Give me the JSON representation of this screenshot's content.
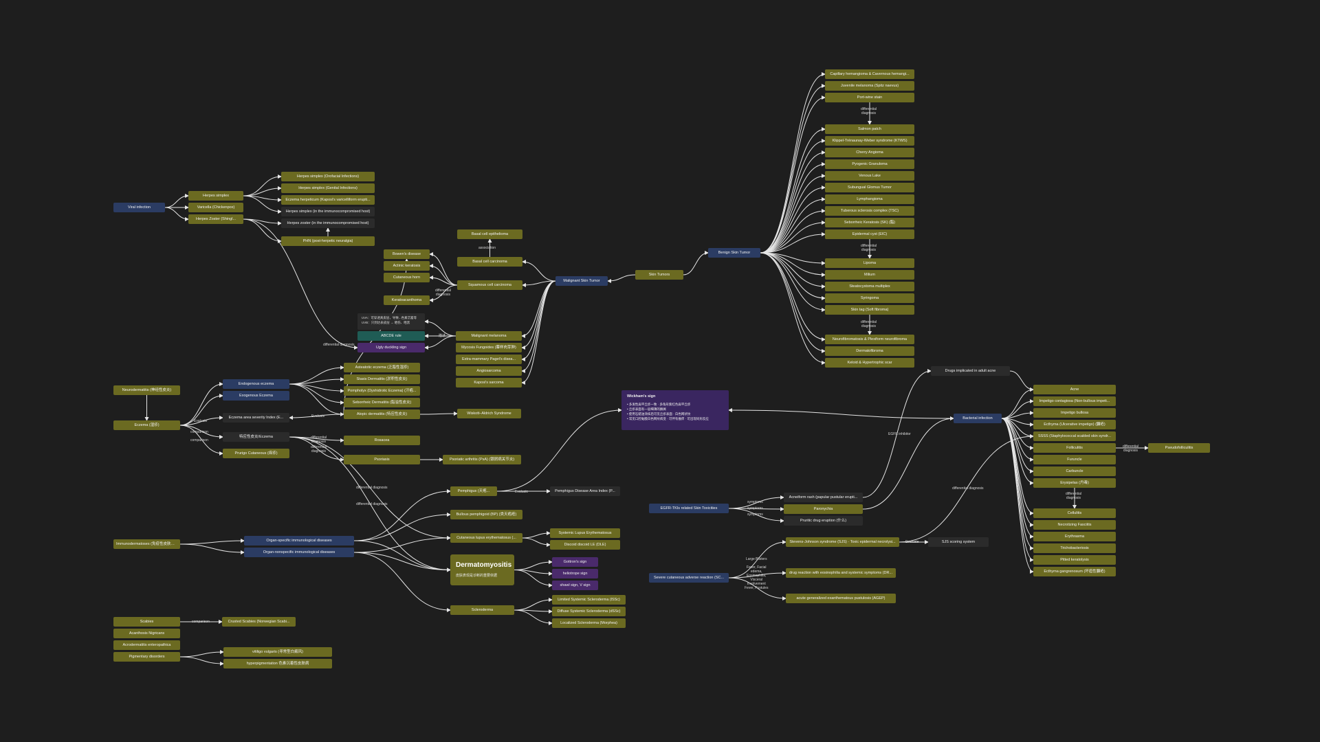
{
  "nodes": {
    "viral_infection": "Viral infection",
    "herpes_simplex": "Herpes simplex",
    "varicella": "Varicella (Chickenpox)",
    "herpes_zoster": "Herpes Zoster (Shingl...",
    "hs_orofacial": "Herpes simplex (Orofacial Infections)",
    "hs_genital": "Herpes simplex (Genital Infections)",
    "eczema_herpeticum": "Eczema herpeticum (Kaposi's varicelliform erupti...",
    "hs_immuno": "Herpes simplex (in the immunocompromised host)",
    "hz_immuno": "Herpes zoster (in the immunocompromised host)",
    "phn": "PHN (post-herpetic neuralgia)",
    "bowens": "Bowen's disease",
    "actinic": "Actinic keratosis",
    "cutaneous_horn": "Cutaneous horn",
    "keratoacanthoma": "Keratoacanthoma",
    "basal_epithelioma": "Basal cell epithelioma",
    "bcc": "Basal cell carcinoma",
    "scc": "Squamous cell carcinoma",
    "malignant_tumor": "Malignant Skin Tumor",
    "skin_tumors": "Skin Tumors",
    "benign_tumor": "Benign Skin Tumor",
    "melanoma": "Malignant melanoma",
    "mycosis": "Mycosis Fungoides (蕈样肉芽肿)",
    "paget": "Extra-mammary Paget's disea...",
    "angiosarcoma": "Angiosarcoma",
    "kaposi": "Kaposi's sarcoma",
    "abcde": "ABCDE rule",
    "ugly_duckling": "Ugly duckling sign",
    "neurodermatitis": "Neurodermatitis (神经性皮炎)",
    "eczema": "Eczema (湿疹)",
    "endogenous": "Endogenous eczema",
    "exogenous": "Exogenous Eczema",
    "easi": "Eczema area severity Index (E...",
    "contact_derm": "特应性皮炎/Eczema",
    "prurigo": "Prurigo Cutaneous (痒疹)",
    "asteatotic": "Asteatotic eczema (乏脂性湿疹)",
    "stasis": "Stasis Dermatitis (淤积性皮炎)",
    "pompholyx": "Pompholyx (Dyshidrotic Eczema) (汗疱...",
    "seborrheic": "Seborrheic Dermatitis (脂溢性皮炎)",
    "atopic": "Atopic dermatitis (特应性皮炎)",
    "wiskott": "Wiskott–Aldrich Syndrome",
    "rosacea": "Rosacea",
    "psoriasis": "Psoriasis",
    "psoriatic_arthritis": "Psoriatic arthritis (PsA) (银屑病关节炎)",
    "immuno_diseases": "Immunodermatoses (免疫性皮肤病...",
    "organ_specific": "Organ-specific immunological diseases",
    "organ_nonspecific": "Organ-nonspecific immunological diseases",
    "pemphigus": "Pemphigus (天疱...",
    "pdai": "Pemphigus Disease Area Index (P...",
    "bullous": "Bullous pemphigoid (BP) (类天疱疮)",
    "cle": "Cutaneous lupus erythematosus (...",
    "sle": "Systemic Lupus Erythematosus",
    "dle": "Discoid discoid LE (DLE)",
    "dermatomyositis": "Dermatomyositis",
    "dm_sub": "皮肤表现是诊断的重要依据",
    "gottron": "Gottron's sign",
    "heliotrope": "heliotrope sign",
    "shawl": "shawl sign, V sign",
    "scleroderma": "Scleroderma",
    "limited_ssc": "Limited Systemic Scleroderma (lSSc)",
    "diffuse_ssc": "Diffuse Systemic Scleroderma (dSSc)",
    "localized_ssc": "Localized Scleroderma (Morphea)",
    "scabies": "Scabies",
    "acanthosis": "Acanthosis Nigricans",
    "acrodermatitis": "Acrodermatitis enteropathica",
    "pigmentary": "Pigmentary disorders",
    "crusted_scabies": "Crusted Scabies (Norwegian Scabi...",
    "vitiligo": "vitiligo vulgaris (寻常型白癜风)",
    "hyperpigmentation": "hyperpigmentation 色素沉着性皮肤病",
    "capillary_hem": "Capillary hemangioma & Cavernous hemangi...",
    "juvenile_mel": "Juvenile melanoma (Spitz naevus)",
    "port_wine": "Port-wine stain",
    "salmon_patch": "Salmon patch",
    "kts": "Klippel-Trénaunay-Weber syndrome (KTWS)",
    "cherry": "Cherry Angioma",
    "pyogenic": "Pyogenic Granuloma",
    "venous_lake": "Venous Lake",
    "glomus": "Subungual Glomus Tumor",
    "lymphangioma": "Lymphangioma",
    "tsc": "Tuberous sclerosis complex (TSC)",
    "seb_keratosis": "Seborrheic Keratosis (SK) (脂)",
    "epidermal_cyst": "Epidermal cyst (EIC)",
    "lipoma": "Lipoma",
    "milium": "Milium",
    "steatocystoma": "Steatocystoma multiplex",
    "syringoma": "Syringoma",
    "skin_tag": "Skin tag (Soft fibroma)",
    "neurofibromatosis": "Neurofibromatosis & Plexiform neurofibroma",
    "dermatofibroma": "Dermatofibroma",
    "keloid": "Keloid & Hypertrophic scar",
    "drugs_acne": "Drugs implicated in adult acne",
    "bacterial": "Bacterial infection",
    "acne": "Acne",
    "impetigo": "Impetigo contagiosa (Non-bullous impeti...",
    "impetigo_bull": "Impetigo bullosa",
    "ecthyma": "Ecthyma (Ulcerative impetigo) (臁疮)",
    "ssss": "SSSS (Staphylococcal scalded skin syndr...",
    "folliculitis": "Folliculitis",
    "furuncle": "Furuncle",
    "carbuncle": "Carbuncle",
    "erysipelas": "Erysipelas (丹毒)",
    "pseudofolliculitis": "Pseudofolliculitis",
    "cellulitis": "Cellulitis",
    "necrotizing": "Necrotizing Fasciitis",
    "erythrasma": "Erythrasma",
    "trichobacteriosis": "Trichobacteriosis",
    "pitted": "Pitted keratolysis",
    "ecthyma_gang": "Ecthyma gangrenosum (坏疽性臁疮)",
    "egfr": "EGFR-TKIs related Skin Toxicities",
    "acneiform": "Acneiform rash (papular pustular erupti...",
    "paronychia": "Paronychia",
    "pruritic": "Pruritic drug eruption (什么)",
    "scar_adverse": "Severe cutaneous adverse reaction (SC...",
    "sjs": "Stevens-Johnson syndrome (SJS) · Toxic epidermal necrolysi...",
    "scorten": "SJS scoring system",
    "dress": "drug reaction with eosinophilia and systemic symptoms (DR...",
    "agep": "acute generalized exanthematous pustulosis (AGEP)"
  },
  "labels": {
    "association": "association",
    "diff_diag": "differential\ndiagnosis",
    "diff_diag_inline": "differential diagnosis",
    "evaluate": "Evaluate",
    "comparison": "comparison",
    "symptoms": "symptoms",
    "egfr_inhibitor": "EGFR inhibitor",
    "large_blisters": "Large Blisters",
    "fever_note": "Fever, Facial\nedema,\nEosinophilia,\nVisceral\nInvolvement\nFever, Pustules",
    "abcd": "描述"
  },
  "melanoma_list": [
    "UVA：可穿透真皮层，导致...色素沉着等",
    "UVB：只到达表皮层 → 晒伤、晒黑"
  ],
  "wickham": {
    "title": "Wickham's sign",
    "lines": [
      "• 多发性扁平丘疹一致 · 多角形紫红色扁平丘疹",
      "• 丘疹表面有一层细薄的鳞屑",
      "• 使用石蜡油涂抹后可见丘疹表面 · 白色网状纹",
      "• 常见口腔黏膜白色网纹病变 · 可伴有瘙痒 · 可出现同形反应"
    ]
  }
}
